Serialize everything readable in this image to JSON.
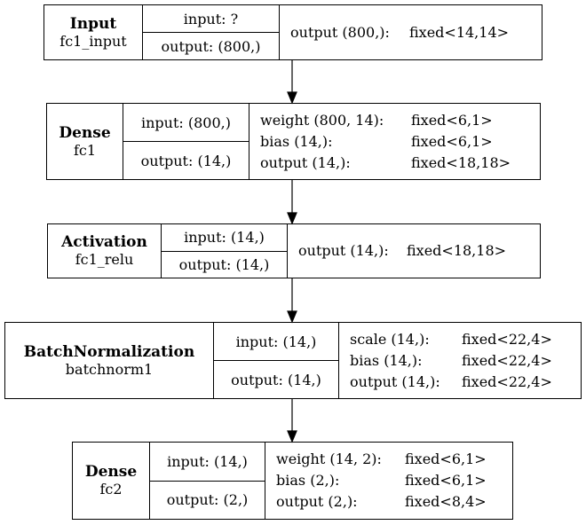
{
  "nodes": [
    {
      "type": "Input",
      "name": "fc1_input",
      "input": "input: ?",
      "output": "output: (800,)",
      "params": [
        {
          "label": "output (800,):",
          "value": "fixed<14,14>"
        }
      ]
    },
    {
      "type": "Dense",
      "name": "fc1",
      "input": "input: (800,)",
      "output": "output: (14,)",
      "params": [
        {
          "label": "weight (800, 14):",
          "value": "fixed<6,1>"
        },
        {
          "label": "bias (14,):",
          "value": "fixed<6,1>"
        },
        {
          "label": "output (14,):",
          "value": "fixed<18,18>"
        }
      ]
    },
    {
      "type": "Activation",
      "name": "fc1_relu",
      "input": "input: (14,)",
      "output": "output: (14,)",
      "params": [
        {
          "label": "output (14,):",
          "value": "fixed<18,18>"
        }
      ]
    },
    {
      "type": "BatchNormalization",
      "name": "batchnorm1",
      "input": "input: (14,)",
      "output": "output: (14,)",
      "params": [
        {
          "label": "scale (14,):",
          "value": "fixed<22,4>"
        },
        {
          "label": "bias (14,):",
          "value": "fixed<22,4>"
        },
        {
          "label": "output (14,):",
          "value": "fixed<22,4>"
        }
      ]
    },
    {
      "type": "Dense",
      "name": "fc2",
      "input": "input: (14,)",
      "output": "output: (2,)",
      "params": [
        {
          "label": "weight (14, 2):",
          "value": "fixed<6,1>"
        },
        {
          "label": "bias (2,):",
          "value": "fixed<6,1>"
        },
        {
          "label": "output (2,):",
          "value": "fixed<8,4>"
        }
      ]
    }
  ]
}
